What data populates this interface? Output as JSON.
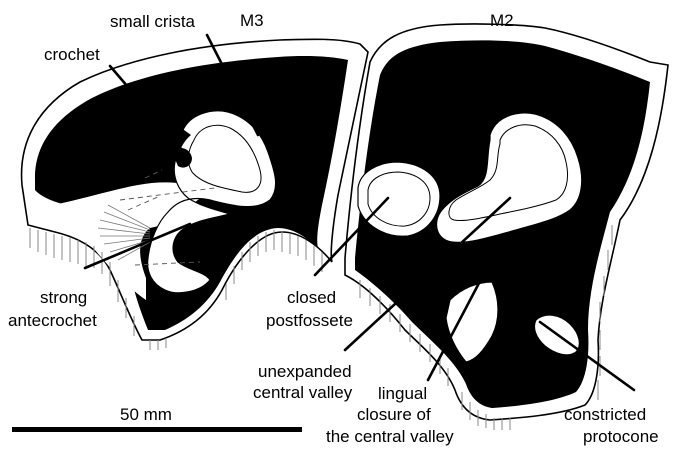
{
  "teeth": {
    "m3": {
      "label": "M3"
    },
    "m2": {
      "label": "M2"
    }
  },
  "labels": {
    "small_crista": "small crista",
    "crochet": "crochet",
    "strong_antecrochet": [
      "strong",
      "antecrochet"
    ],
    "closed_postfossete": [
      "closed",
      "postfossete"
    ],
    "unexpanded_central_valley": [
      "unexpanded",
      "central valley"
    ],
    "lingual_closure": [
      "lingual",
      "closure of",
      "the central valley"
    ],
    "constricted_protocone": [
      "constricted",
      "protocone"
    ]
  },
  "scale_bar": {
    "label": "50 mm"
  }
}
